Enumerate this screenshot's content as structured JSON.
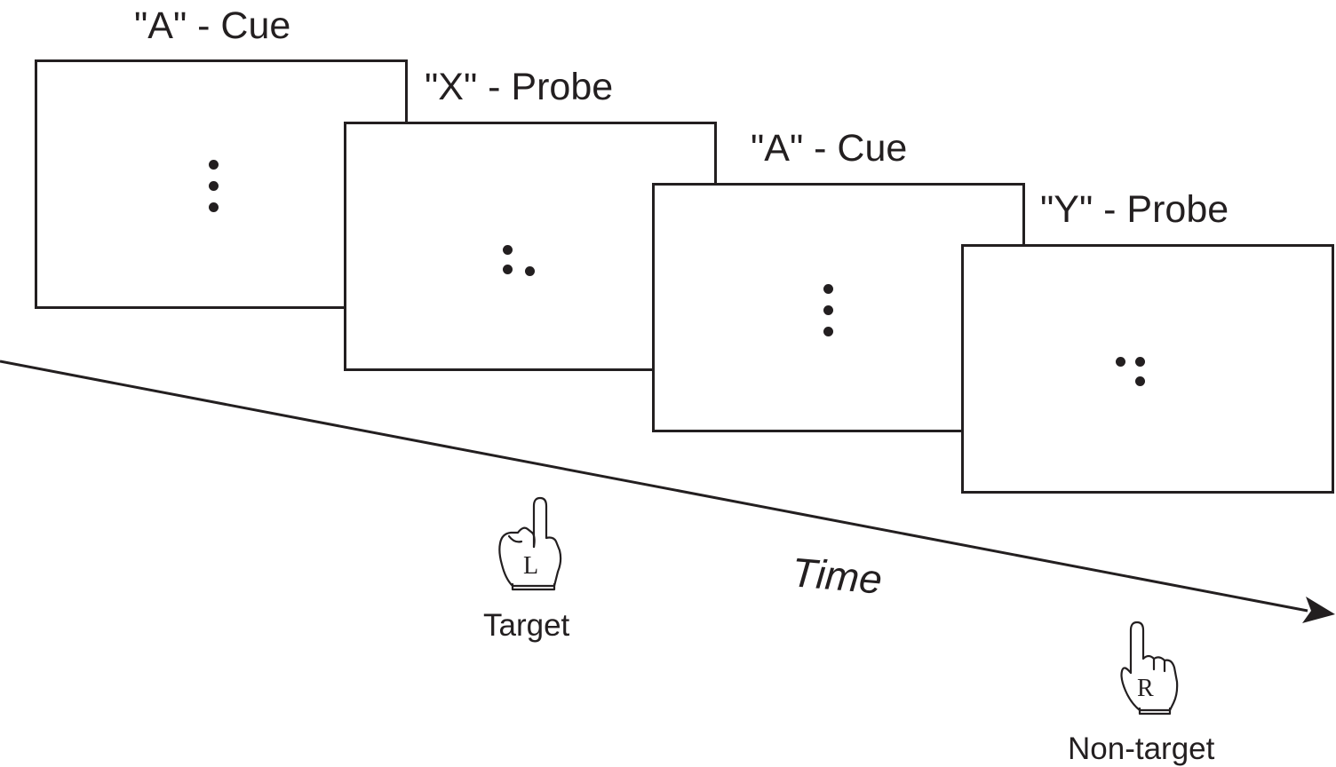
{
  "screens": [
    {
      "label": "\"A\" - Cue"
    },
    {
      "label": "\"X\" - Probe"
    },
    {
      "label": "\"A\" - Cue"
    },
    {
      "label": "\"Y\" - Probe"
    }
  ],
  "timeline": {
    "label": "Time"
  },
  "responses": [
    {
      "key": "L",
      "caption": "Target"
    },
    {
      "key": "R",
      "caption": "Non-target"
    }
  ],
  "colors": {
    "ink": "#231f20",
    "background": "#ffffff"
  }
}
